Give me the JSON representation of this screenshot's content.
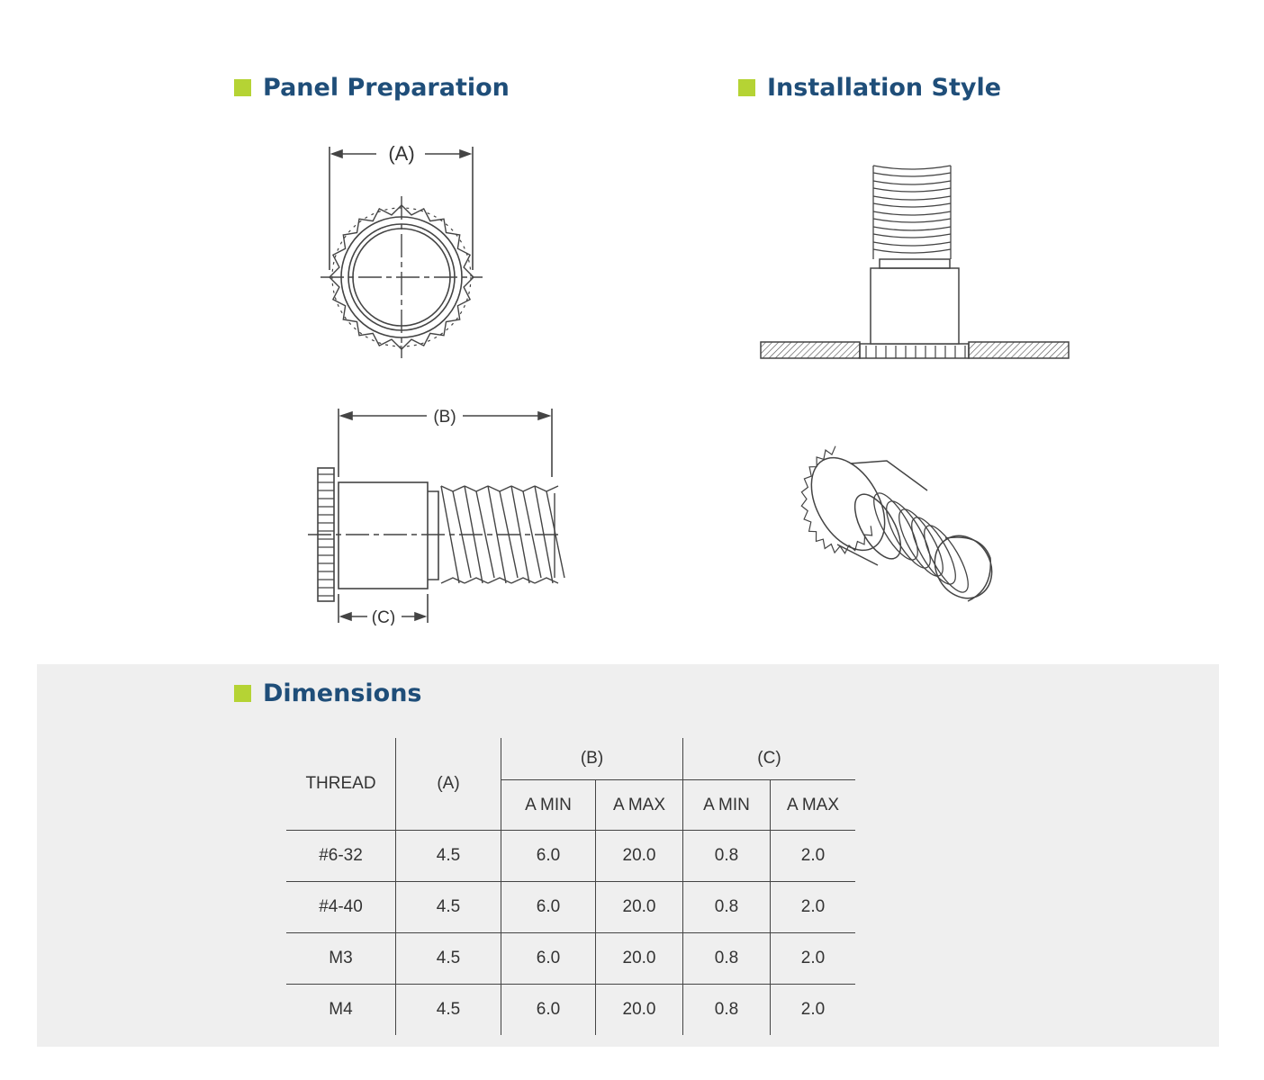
{
  "colors": {
    "accent": "#b5d334",
    "heading": "#1f4e79",
    "band": "#efefef"
  },
  "headings": {
    "panel_preparation": "Panel Preparation",
    "installation_style": "Installation Style",
    "dimensions": "Dimensions"
  },
  "drawing_labels": {
    "a": "(A)",
    "b": "(B)",
    "c": "(C)"
  },
  "table": {
    "col_thread": "THREAD",
    "col_a": "(A)",
    "group_b": "(B)",
    "group_c": "(C)",
    "sub_min": "A MIN",
    "sub_max": "A MAX",
    "rows": [
      {
        "thread": "#6-32",
        "a": "4.5",
        "b_min": "6.0",
        "b_max": "20.0",
        "c_min": "0.8",
        "c_max": "2.0"
      },
      {
        "thread": "#4-40",
        "a": "4.5",
        "b_min": "6.0",
        "b_max": "20.0",
        "c_min": "0.8",
        "c_max": "2.0"
      },
      {
        "thread": "M3",
        "a": "4.5",
        "b_min": "6.0",
        "b_max": "20.0",
        "c_min": "0.8",
        "c_max": "2.0"
      },
      {
        "thread": "M4",
        "a": "4.5",
        "b_min": "6.0",
        "b_max": "20.0",
        "c_min": "0.8",
        "c_max": "2.0"
      }
    ]
  }
}
